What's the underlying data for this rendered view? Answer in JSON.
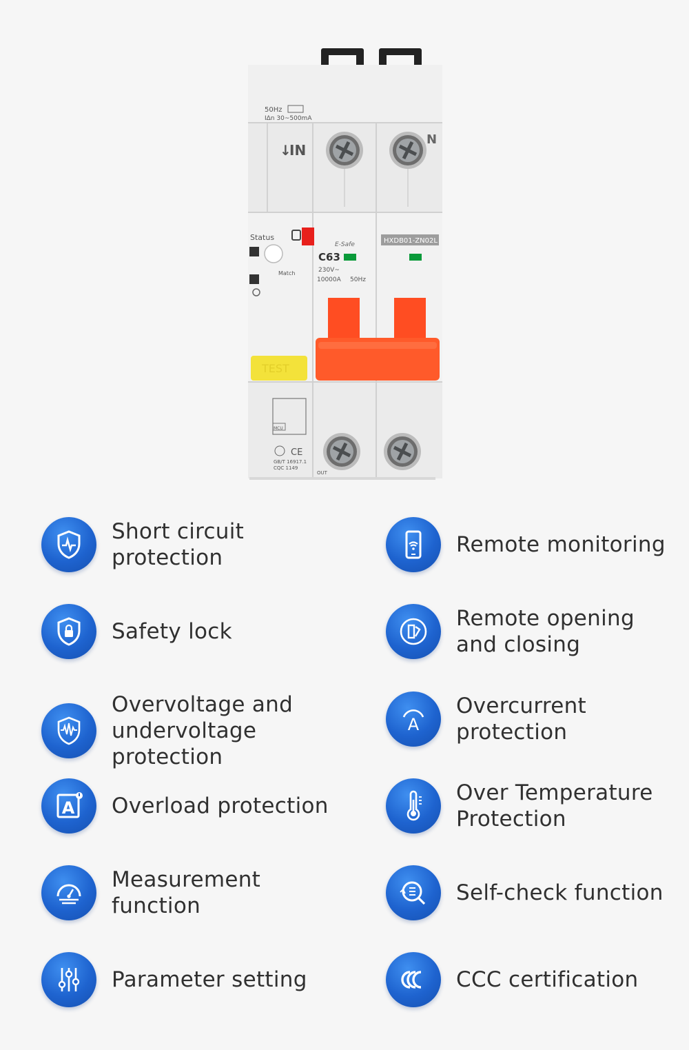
{
  "product": {
    "freq_label": "50Hz",
    "sensitivity_label": "IΔn 30~500mA",
    "in_label": "IN",
    "n_label": "N",
    "status_label": "Status",
    "match_label": "Match",
    "brand_label": "E-Safe",
    "rating_label": "C63",
    "voltage_label": "230V~",
    "capacity_label": "10000A",
    "hz_label": "50Hz",
    "model_label": "HXDB01-ZN02L",
    "test_label": "TEST",
    "mcu_label": "MCU",
    "standard_label": "GB/T 16917.1",
    "cqc_label": "CQC 1149",
    "out_label": "OUT",
    "ce_label": "CE"
  },
  "features": [
    {
      "label": "Short circuit protection",
      "icon": "shield-pulse-icon"
    },
    {
      "label": "Remote monitoring",
      "icon": "phone-wifi-icon"
    },
    {
      "label": "Safety lock",
      "icon": "shield-lock-icon"
    },
    {
      "label": "Remote opening\nand closing",
      "icon": "remote-switch-icon"
    },
    {
      "label": "Overvoltage and\nundervoltage protection",
      "icon": "shield-wave-icon"
    },
    {
      "label": "Overcurrent\nprotection",
      "icon": "ampere-icon"
    },
    {
      "label": "Overload protection",
      "icon": "ampere-alert-icon"
    },
    {
      "label": "Over Temperature\nProtection",
      "icon": "thermometer-icon"
    },
    {
      "label": "Measurement function",
      "icon": "gauge-icon"
    },
    {
      "label": "Self-check function",
      "icon": "search-check-icon"
    },
    {
      "label": "Parameter setting",
      "icon": "sliders-icon"
    },
    {
      "label": "CCC certification",
      "icon": "ccc-icon"
    }
  ],
  "colors": {
    "icon_blue": "#1e63cf",
    "handle_orange": "#ff5a2a",
    "test_yellow": "#f3e23a",
    "indicator_red": "#e8201c",
    "indicator_green": "#0a9a3a"
  }
}
